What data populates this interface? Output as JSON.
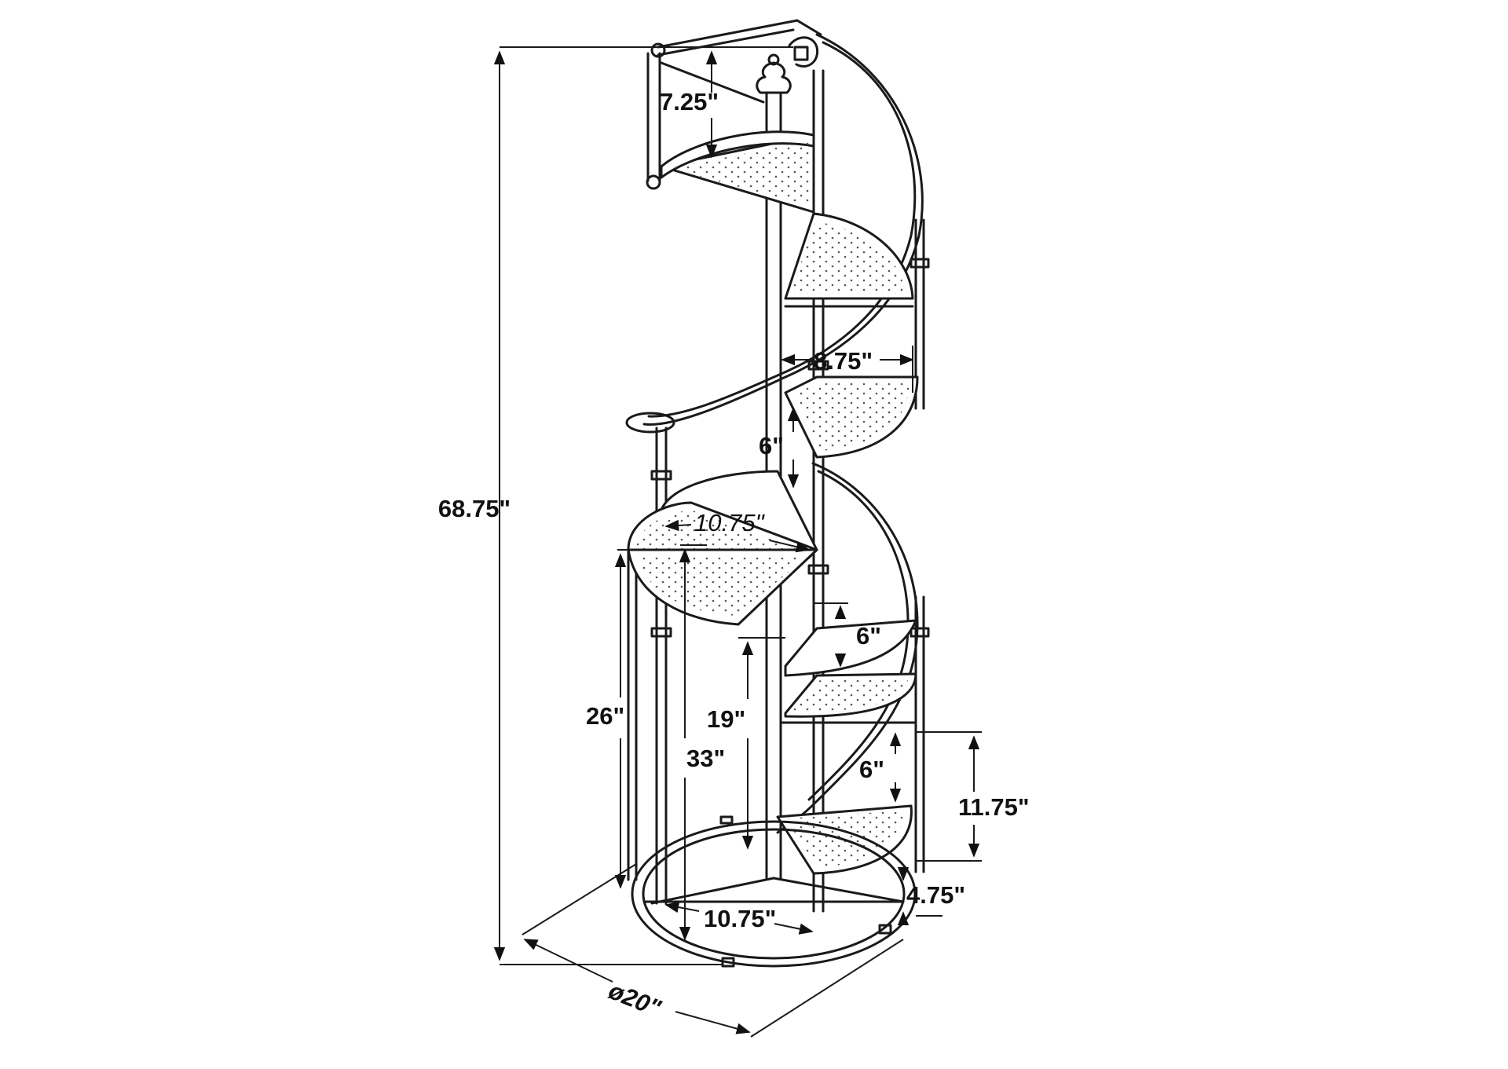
{
  "diagram": {
    "dimensions": {
      "overall_height": "68.75\"",
      "top_rail_height": "7.25\"",
      "upper_shelf_width": "8.75\"",
      "upper_shelf_gap": "6\"",
      "middle_shelf_width": "10.75\"",
      "middle_shelf_gap": "6\"",
      "lower_shelf_gap": "6\"",
      "left_leg_height": "26\"",
      "inner_post_height": "19\"",
      "middle_shelf_height": "33\"",
      "bottom_shelf_height": "11.75\"",
      "base_clearance": "4.75\"",
      "base_shelf_width": "10.75\"",
      "base_diameter": "ø20\""
    }
  }
}
